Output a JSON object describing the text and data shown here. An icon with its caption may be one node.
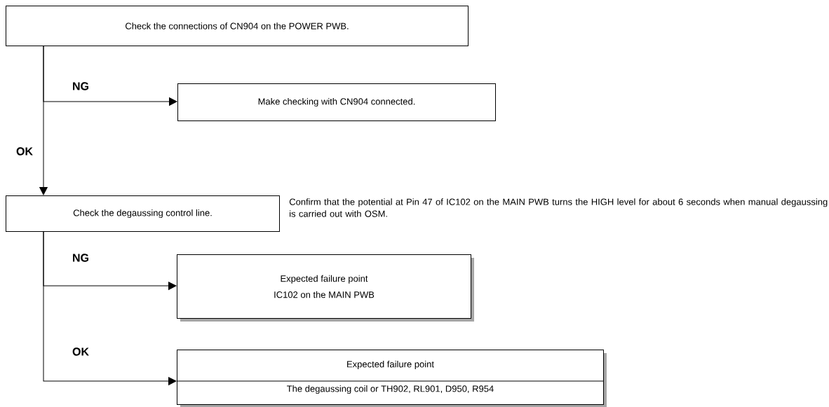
{
  "diagram": {
    "nodes": [
      {
        "text": [
          "Check the connections of CN904 on the POWER PWB."
        ]
      },
      {
        "text": [
          "Make checking with CN904 connected."
        ]
      },
      {
        "text": [
          "Check the degaussing control line."
        ],
        "beside": [
          "Confirm that the potential at Pin 47 of IC102 on the MAIN PWB turns the HIGH level for about 6 seconds when manual degaussing is carried out with OSM."
        ]
      },
      {
        "text": [
          "Expected failure point",
          "IC102 on the MAIN PWB"
        ]
      },
      {
        "text": [
          "Expected failure point",
          "The degaussing coil or TH902, RL901, D950, R954"
        ]
      }
    ],
    "edges": [
      {
        "from": 0,
        "to": 1,
        "arrow": "to",
        "label": "NG"
      },
      {
        "from": 0,
        "to": 2,
        "arrow": "to",
        "label": "OK"
      },
      {
        "from": 2,
        "to": 3,
        "arrow": "to",
        "label": "NG"
      },
      {
        "from": 2,
        "to": 4,
        "arrow": "to",
        "label": "OK"
      }
    ]
  }
}
